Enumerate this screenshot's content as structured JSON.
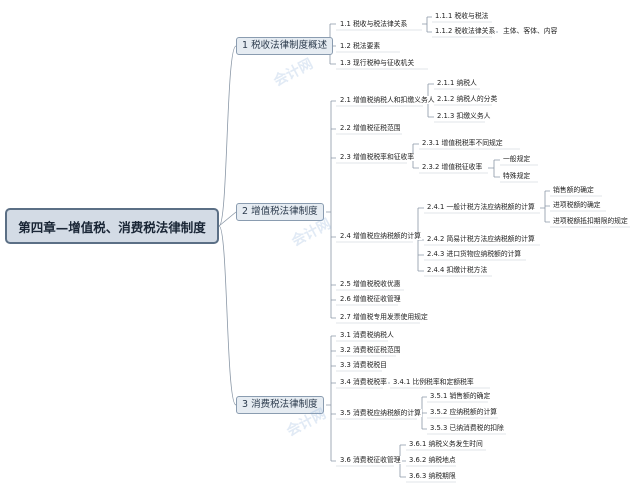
{
  "root": {
    "label": "第四章—增值税、消费税法律制度"
  },
  "main": {
    "m1": "1 税收法律制度概述",
    "m2": "2 增值税法律制度",
    "m3": "3 消费税法律制度"
  },
  "s1": {
    "n11": "1.1 税收与税法律关系",
    "n111": "1.1.1 税收与税法",
    "n112": "1.1.2 税收法律关系",
    "n112a": "主体、客体、内容",
    "n12": "1.2 税法要素",
    "n13": "1.3 现行税种与征收机关"
  },
  "s2": {
    "n21": "2.1 增值税纳税人和扣缴义务人",
    "n211": "2.1.1 纳税人",
    "n212": "2.1.2 纳税人的分类",
    "n213": "2.1.3 扣缴义务人",
    "n22": "2.2 增值税征税范围",
    "n23": "2.3 增值税税率和征收率",
    "n231": "2.3.1 增值税税率不同规定",
    "n232": "2.3.2 增值税征收率",
    "n232a": "一般规定",
    "n232b": "特殊规定",
    "n24": "2.4 增值税应纳税额的计算",
    "n241": "2.4.1 一般计税方法应纳税额的计算",
    "n241a": "销售额的确定",
    "n241b": "进项税额的确定",
    "n241c": "进项税额抵扣期限的规定",
    "n242": "2.4.2 简易计税方法应纳税额的计算",
    "n243": "2.4.3 进口货物应纳税额的计算",
    "n244": "2.4.4 扣缴计税方法",
    "n25": "2.5 增值税税收优惠",
    "n26": "2.6 增值税征收管理",
    "n27": "2.7 增值税专用发票使用规定"
  },
  "s3": {
    "n31": "3.1 消费税纳税人",
    "n32": "3.2 消费税征税范围",
    "n33": "3.3 消费税税目",
    "n34": "3.4 消费税税率",
    "n341": "3.4.1 比例税率和定额税率",
    "n35": "3.5 消费税应纳税额的计算",
    "n351": "3.5.1 销售额的确定",
    "n352": "3.5.2 应纳税额的计算",
    "n353": "3.5.3 已纳消费税的扣除",
    "n36": "3.6 消费税征收管理",
    "n361": "3.6.1 纳税义务发生时间",
    "n362": "3.6.2 纳税地点",
    "n363": "3.6.3 纳税期限"
  },
  "watermark": {
    "text": "会计网"
  },
  "colors": {
    "line": "#8a97a6",
    "root_fill": "#d3dbe5",
    "main_fill": "#e6ecf2"
  }
}
